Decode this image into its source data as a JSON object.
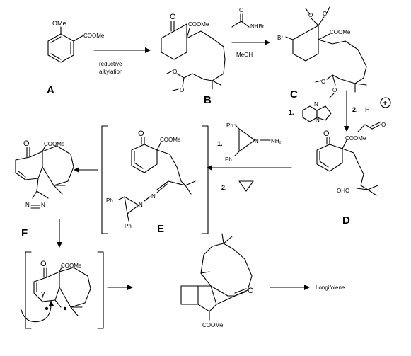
{
  "compounds": {
    "a": {
      "label": "A",
      "ome": "OMe",
      "ester": "COOMe"
    },
    "b": {
      "label": "B",
      "oxo": "O",
      "ester": "COOMe",
      "ketal_o1": "O",
      "ketal_o2": "O"
    },
    "c": {
      "label": "C",
      "br": "Br",
      "o1": "O",
      "o2": "O",
      "ester": "COOMe",
      "ketal_o1": "O",
      "ketal_o2": "O"
    },
    "d": {
      "label": "D",
      "oxo": "O",
      "ester": "COOMe",
      "cho": "OHC"
    },
    "e": {
      "label": "E",
      "oxo": "O",
      "ester": "COOMe",
      "ph1": "Ph",
      "ph2": "Ph",
      "n1": "N",
      "n2": "N"
    },
    "f": {
      "label": "F",
      "oxo": "O",
      "ester": "COOMe",
      "n1": "N",
      "n2": "N"
    },
    "g": {
      "oxo": "O",
      "ester": "COOMe",
      "gamma": "γ"
    },
    "h": {
      "oxo": "O",
      "ester": "COOMe"
    }
  },
  "reagents": {
    "step_ab": {
      "line1": "reductive",
      "line2": "alkylation"
    },
    "step_bc": {
      "nbr": "NHBr",
      "o": "O",
      "solvent": "MeOH"
    },
    "step_cd": {
      "n1": "1.",
      "n2": "2.",
      "h": "H",
      "plus": "+",
      "o": "O",
      "dbu_n": "N",
      "dbu_n2": "N"
    },
    "step_de": {
      "n1": "1.",
      "n2": "2.",
      "ph1": "Ph",
      "ph2": "Ph",
      "n": "N",
      "nh2": "NH₂"
    }
  },
  "product": "Longifolene"
}
